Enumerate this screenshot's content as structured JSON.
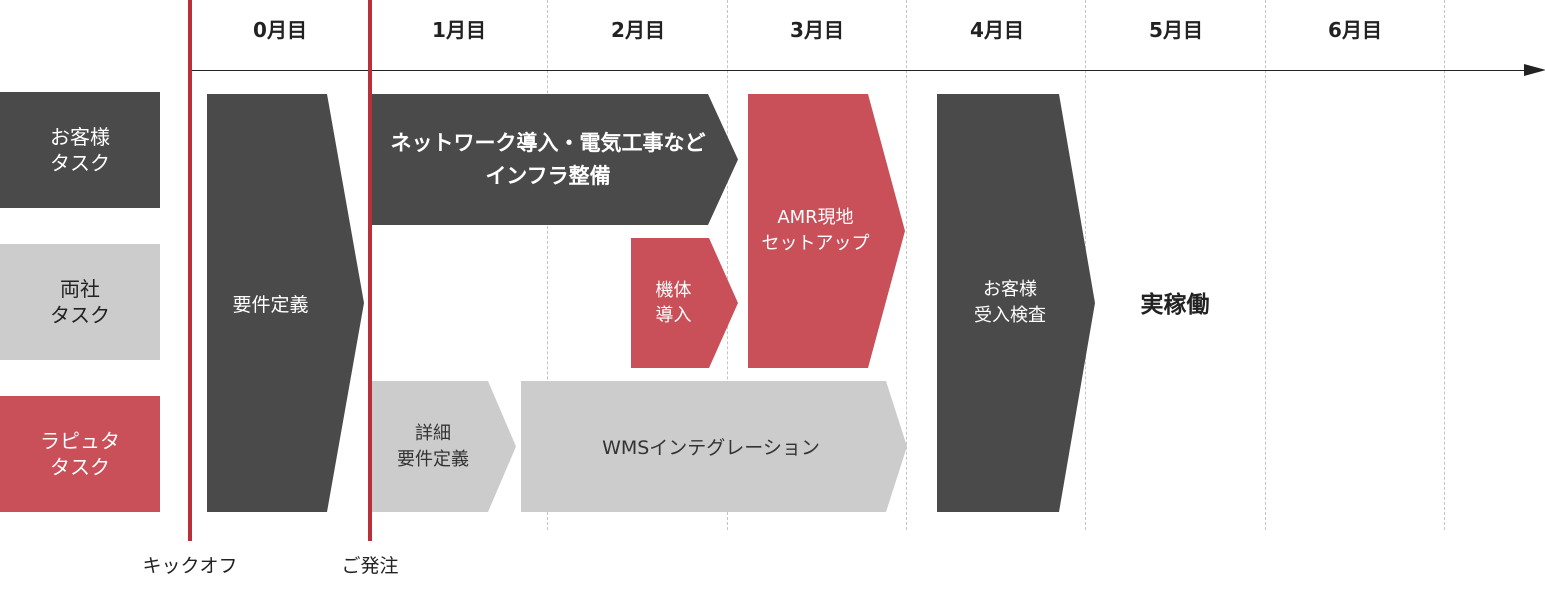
{
  "months": [
    "0月目",
    "1月目",
    "2月目",
    "3月目",
    "4月目",
    "5月目",
    "6月目"
  ],
  "lanes": {
    "customer": "お客様\nタスク",
    "both": "両社\nタスク",
    "rapyuta": "ラピュタ\nタスク"
  },
  "tasks": {
    "requirements": "要件定義",
    "infrastructure": "ネットワーク導入・電気工事など\nインフラ整備",
    "amr_setup": "AMR現地\nセットアップ",
    "machine_install": "機体\n導入",
    "detailed_requirements": "詳細\n要件定義",
    "wms_integration": "WMSインテグレーション",
    "acceptance": "お客様\n受入検査",
    "go_live": "実稼働"
  },
  "milestones": {
    "kickoff": "キックオフ",
    "order": "ご発注"
  },
  "colors": {
    "dark": "#4a4a4a",
    "light": "#cccccc",
    "accent_red": "#c94f59",
    "milestone_red": "#b8303a"
  }
}
